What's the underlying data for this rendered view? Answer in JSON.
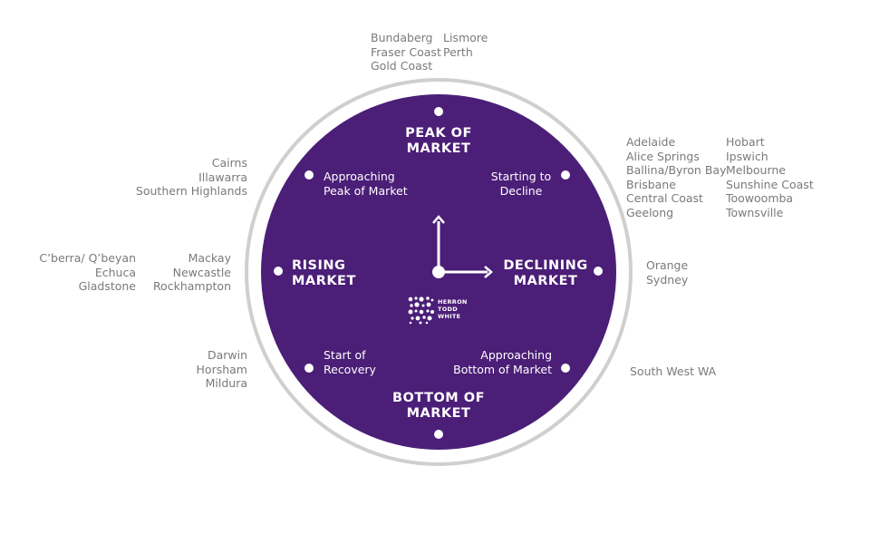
{
  "colors": {
    "face": "#4b1e77",
    "ring": "#cfcfcf",
    "label": "#7a7a7a",
    "marker": "#ffffff"
  },
  "major": {
    "peak": [
      "PEAK OF",
      "MARKET"
    ],
    "declining": [
      "DECLINING",
      "MARKET"
    ],
    "bottom": [
      "BOTTOM OF",
      "MARKET"
    ],
    "rising": [
      "RISING",
      "MARKET"
    ]
  },
  "phases": {
    "approaching_peak": [
      "Approaching",
      "Peak of Market"
    ],
    "starting_decline": [
      "Starting to",
      "Decline"
    ],
    "approaching_bottom": [
      "Approaching",
      "Bottom of Market"
    ],
    "start_recovery": [
      "Start of",
      "Recovery"
    ]
  },
  "logo": {
    "lines": [
      "HERRON",
      "TODD",
      "WHITE"
    ],
    "icon": "htw-dot-logo-icon"
  },
  "regions": {
    "peak_col1": [
      "Bundaberg",
      "Fraser Coast",
      "Gold Coast"
    ],
    "peak_col2": [
      "Lismore",
      "Perth"
    ],
    "starting_decline_col1": [
      "Adelaide",
      "Alice Springs",
      "Ballina/Byron Bay",
      "Brisbane",
      "Central Coast",
      "Geelong"
    ],
    "starting_decline_col2": [
      "Hobart",
      "Ipswich",
      "Melbourne",
      "Sunshine Coast",
      "Toowoomba",
      "Townsville"
    ],
    "approaching_peak": [
      "Cairns",
      "Illawarra",
      "Southern Highlands"
    ],
    "rising_col1": [
      "C’berra/ Q’beyan",
      "Echuca",
      "Gladstone"
    ],
    "rising_col2": [
      "Mackay",
      "Newcastle",
      "Rockhampton"
    ],
    "declining": [
      "Orange",
      "Sydney"
    ],
    "start_recovery": [
      "Darwin",
      "Horsham",
      "Mildura"
    ],
    "approaching_bottom": [
      "South West WA"
    ]
  }
}
